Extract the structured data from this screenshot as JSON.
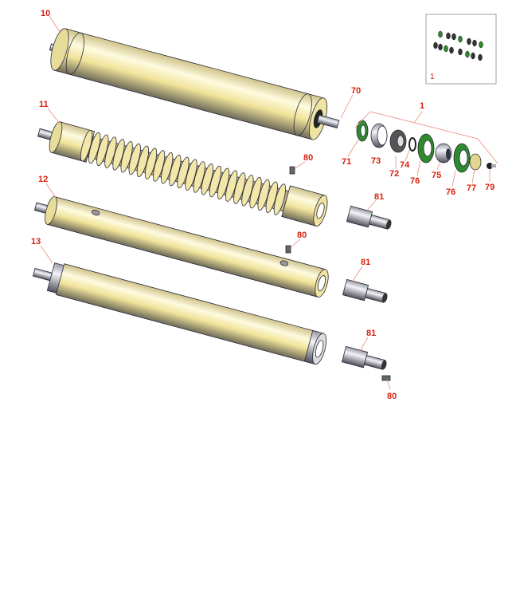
{
  "diagram": {
    "type": "exploded-parts-view",
    "inset_label": "1",
    "callouts": {
      "c10": "10",
      "c11": "11",
      "c12": "12",
      "c13": "13",
      "c70": "70",
      "c1": "1",
      "c71": "71",
      "c73": "73",
      "c72": "72",
      "c74": "74",
      "c76a": "76",
      "c75": "75",
      "c76b": "76",
      "c77": "77",
      "c79": "79",
      "c80a": "80",
      "c81a": "81",
      "c80b": "80",
      "c81b": "81",
      "c81c": "81",
      "c80c": "80"
    },
    "colors": {
      "callout": "#d9200f",
      "roller": "#f3e9a6",
      "seal": "#2f8a2f",
      "leader": "#f08a80"
    }
  }
}
